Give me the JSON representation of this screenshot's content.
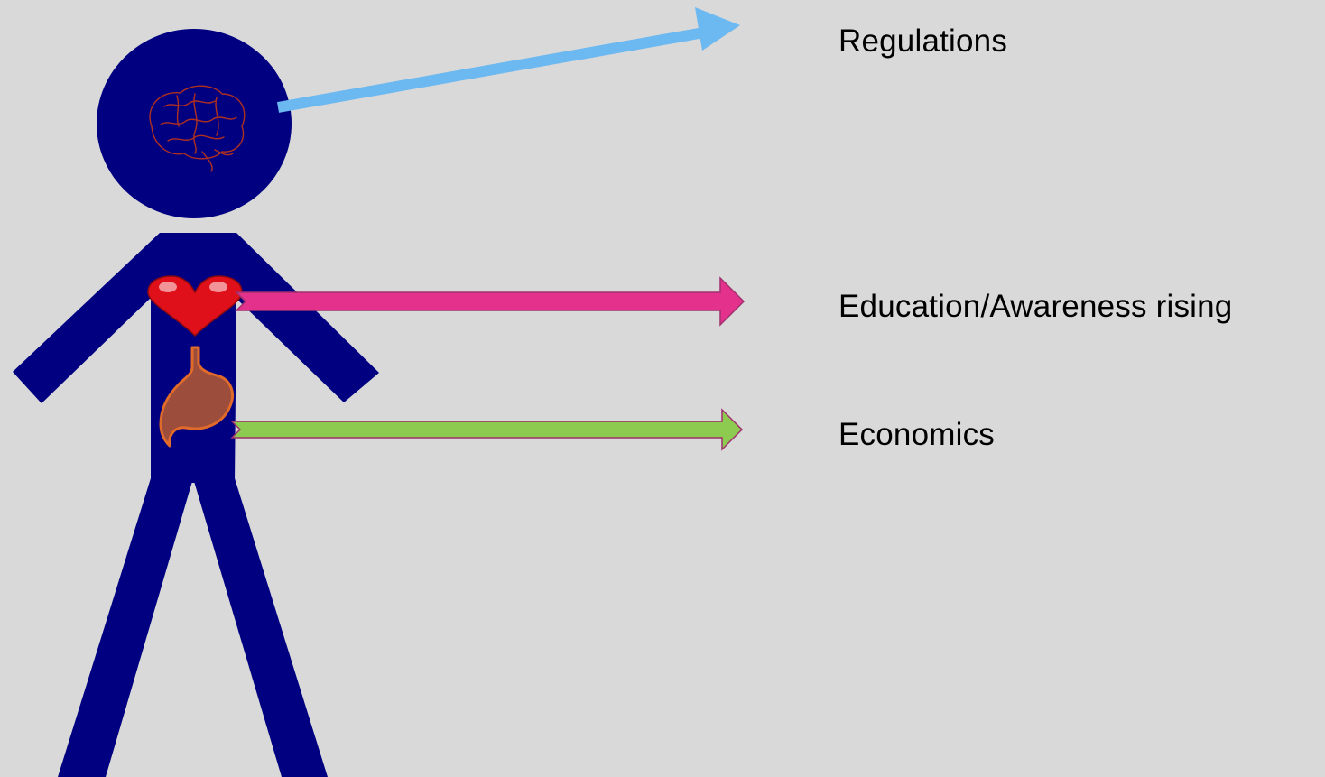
{
  "labels": {
    "regulations": "Regulations",
    "education": "Education/Awareness rising",
    "economics": "Economics"
  },
  "colors": {
    "background": "#d9d9d9",
    "figure": "#000080",
    "brain_arrow": "#6cb8f0",
    "heart_arrow": "#e4318c",
    "stomach_arrow": "#8ccb4f",
    "arrow_outline": "#a0306e",
    "heart": "#e0101a",
    "stomach": "#b5533a",
    "brain_line": "#b03020"
  },
  "icons": {
    "head": "brain-icon",
    "chest": "heart-icon",
    "belly": "stomach-icon"
  }
}
